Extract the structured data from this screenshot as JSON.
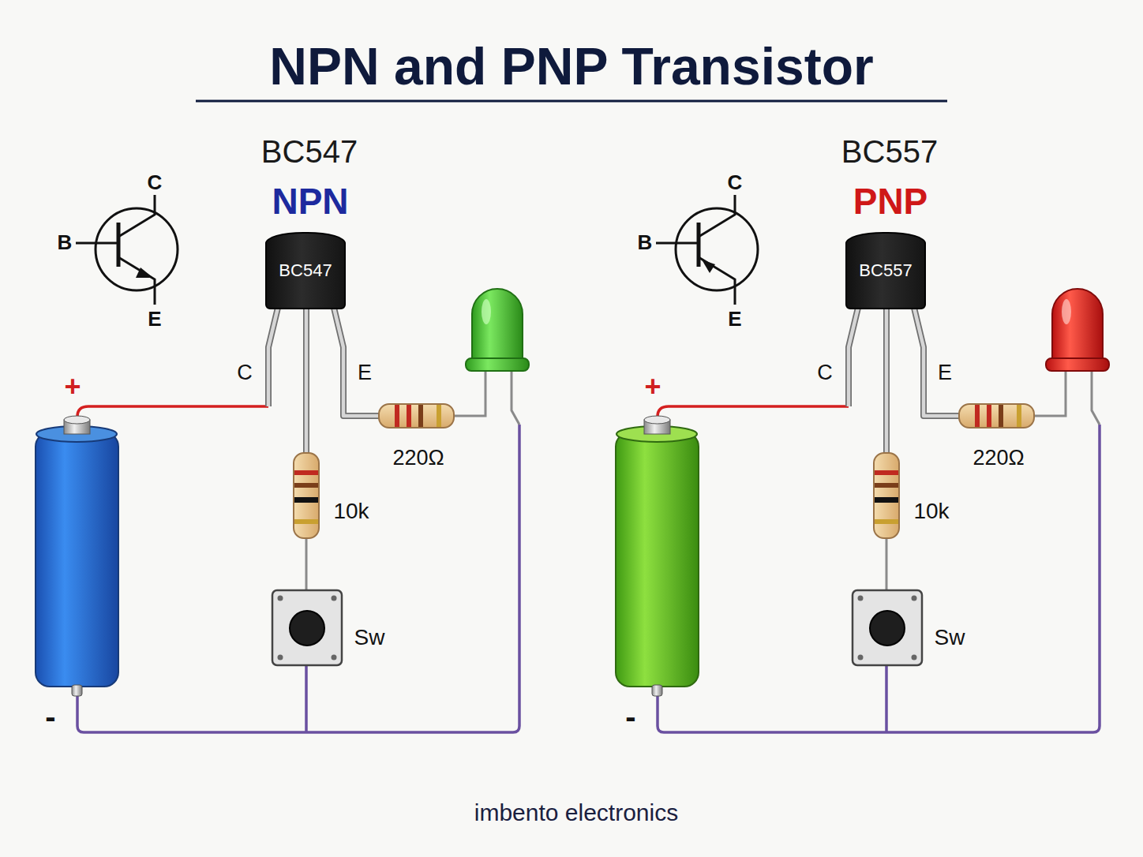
{
  "diagram": {
    "title": "NPN and PNP Transistor",
    "caption": "imbento electronics",
    "nodes": [
      {
        "text": [
          "BC547"
        ]
      },
      {
        "text": [
          "BC557"
        ]
      }
    ],
    "labels": [
      "BC547",
      "NPN",
      "C",
      "B",
      "E",
      "C",
      "E",
      "+",
      "220Ω",
      "10k",
      "Sw",
      "-",
      "BC557",
      "PNP",
      "C",
      "B",
      "E",
      "C",
      "E",
      "+",
      "220Ω",
      "10k",
      "Sw",
      "-"
    ]
  }
}
